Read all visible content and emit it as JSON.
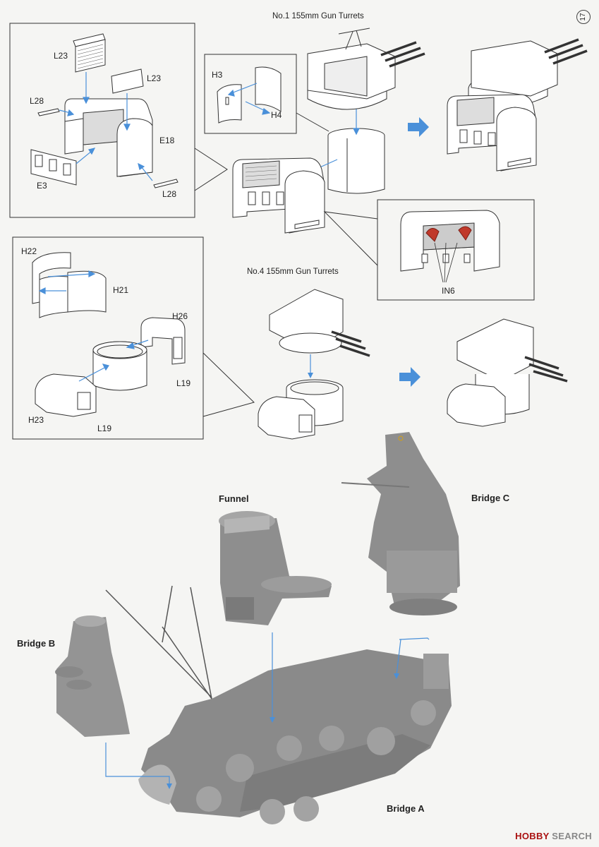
{
  "page": {
    "number": "17"
  },
  "turret1": {
    "title": "No.1 155mm Gun Turrets",
    "labels": {
      "l23_a": "L23",
      "l23_b": "L23",
      "l28_a": "L28",
      "l28_b": "L28",
      "e18": "E18",
      "e3": "E3",
      "h3": "H3",
      "h4": "H4",
      "in6": "IN6"
    }
  },
  "turret4": {
    "title": "No.4 155mm Gun Turrets",
    "labels": {
      "h22": "H22",
      "h21": "H21",
      "h26": "H26",
      "l19_a": "L19",
      "l19_b": "L19",
      "h23": "H23"
    }
  },
  "superstructure": {
    "funnel": "Funnel",
    "bridge_a": "Bridge A",
    "bridge_b": "Bridge B",
    "bridge_c": "Bridge C"
  },
  "watermark": {
    "brand": "HOBBY",
    "suffix": " SEARCH"
  },
  "colors": {
    "arrow_blue": "#4a90d9",
    "part_gray": "#8c8c8c",
    "line": "#333333"
  }
}
